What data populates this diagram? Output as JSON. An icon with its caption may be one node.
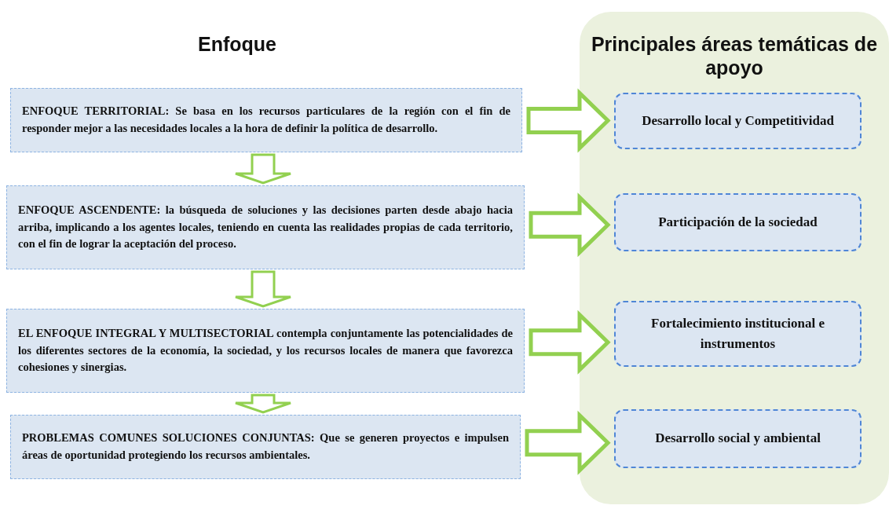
{
  "diagram": {
    "nodes": [
      {
        "text": [
          "ENFOQUE TERRITORIAL: Se basa en los recursos particulares de la región con el fin de responder mejor a las necesidades locales a la hora de definir la política de desarrollo."
        ]
      },
      {
        "text": [
          "ENFOQUE ASCENDENTE: la búsqueda de soluciones y las decisiones parten desde abajo hacia arriba, implicando a los agentes locales, teniendo en cuenta las realidades propias de cada territorio, con el fin de lograr la aceptación del proceso."
        ]
      },
      {
        "text": [
          "EL ENFOQUE INTEGRAL Y MULTISECTORIAL contempla conjuntamente las potencialidades de los diferentes sectores de la economía, la sociedad, y los recursos locales de manera que favorezca cohesiones y sinergias."
        ]
      },
      {
        "text": [
          "PROBLEMAS COMUNES SOLUCIONES CONJUNTAS: Que se generen proyectos e impulsen áreas de oportunidad protegiendo los recursos ambientales."
        ]
      },
      {
        "text": [
          "Principales áreas temáticas de apoyo"
        ]
      },
      {
        "text": [
          "Desarrollo local y Competitividad"
        ],
        "in": 4
      },
      {
        "text": [
          "Participación de la sociedad"
        ],
        "in": 4
      },
      {
        "text": [
          "Fortalecimiento institucional e instrumentos"
        ],
        "in": 4
      },
      {
        "text": [
          "Desarrollo social y ambiental"
        ],
        "in": 4
      }
    ],
    "edges": [
      {
        "from": 0,
        "to": 1,
        "arrow": "to"
      },
      {
        "from": 1,
        "to": 2,
        "arrow": "to"
      },
      {
        "from": 2,
        "to": 3,
        "arrow": "to"
      },
      {
        "from": 0,
        "to": 5,
        "arrow": "to"
      },
      {
        "from": 1,
        "to": 6,
        "arrow": "to"
      },
      {
        "from": 2,
        "to": 7,
        "arrow": "to"
      },
      {
        "from": 3,
        "to": 8,
        "arrow": "to"
      }
    ],
    "labels": [
      "Enfoque"
    ]
  }
}
